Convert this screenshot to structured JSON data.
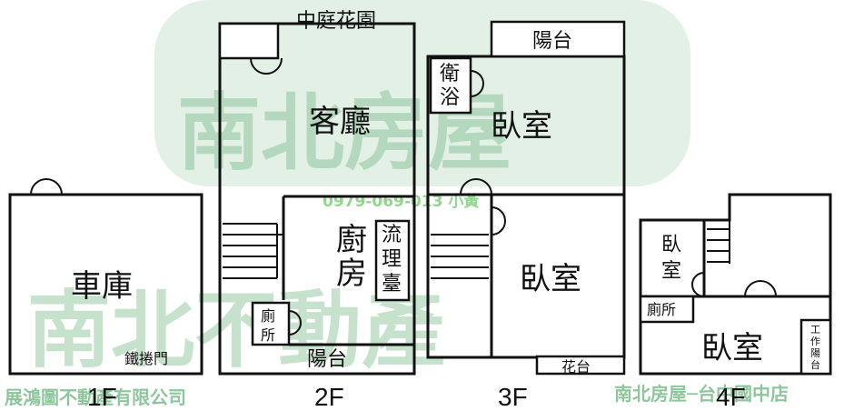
{
  "watermark": {
    "line1": "南北房屋",
    "line2": "南北不動產",
    "phone": "0979-069-013  小黃",
    "left_footer": "展鴻圖不動產有限公司",
    "right_footer": "南北房屋─台中國中店"
  },
  "floors": {
    "f1": {
      "label": "1F",
      "garage": "車庫",
      "rolling_door": "鐵捲門"
    },
    "f2": {
      "label": "2F",
      "courtyard": "中庭花園",
      "living_room": "客廳",
      "kitchen": "廚房",
      "counter": "流理臺",
      "toilet": "廁所",
      "balcony": "陽台"
    },
    "f3": {
      "label": "3F",
      "balcony": "陽台",
      "bath": "衛浴",
      "bedroom_top": "臥室",
      "bedroom_bottom": "臥室",
      "planter": "花台"
    },
    "f4": {
      "label": "4F",
      "bedroom_small": "臥室",
      "toilet": "廁所",
      "bedroom": "臥室",
      "work_balcony": "工作陽台"
    }
  },
  "colors": {
    "walls": "#111111",
    "watermark": "#5fae73"
  }
}
